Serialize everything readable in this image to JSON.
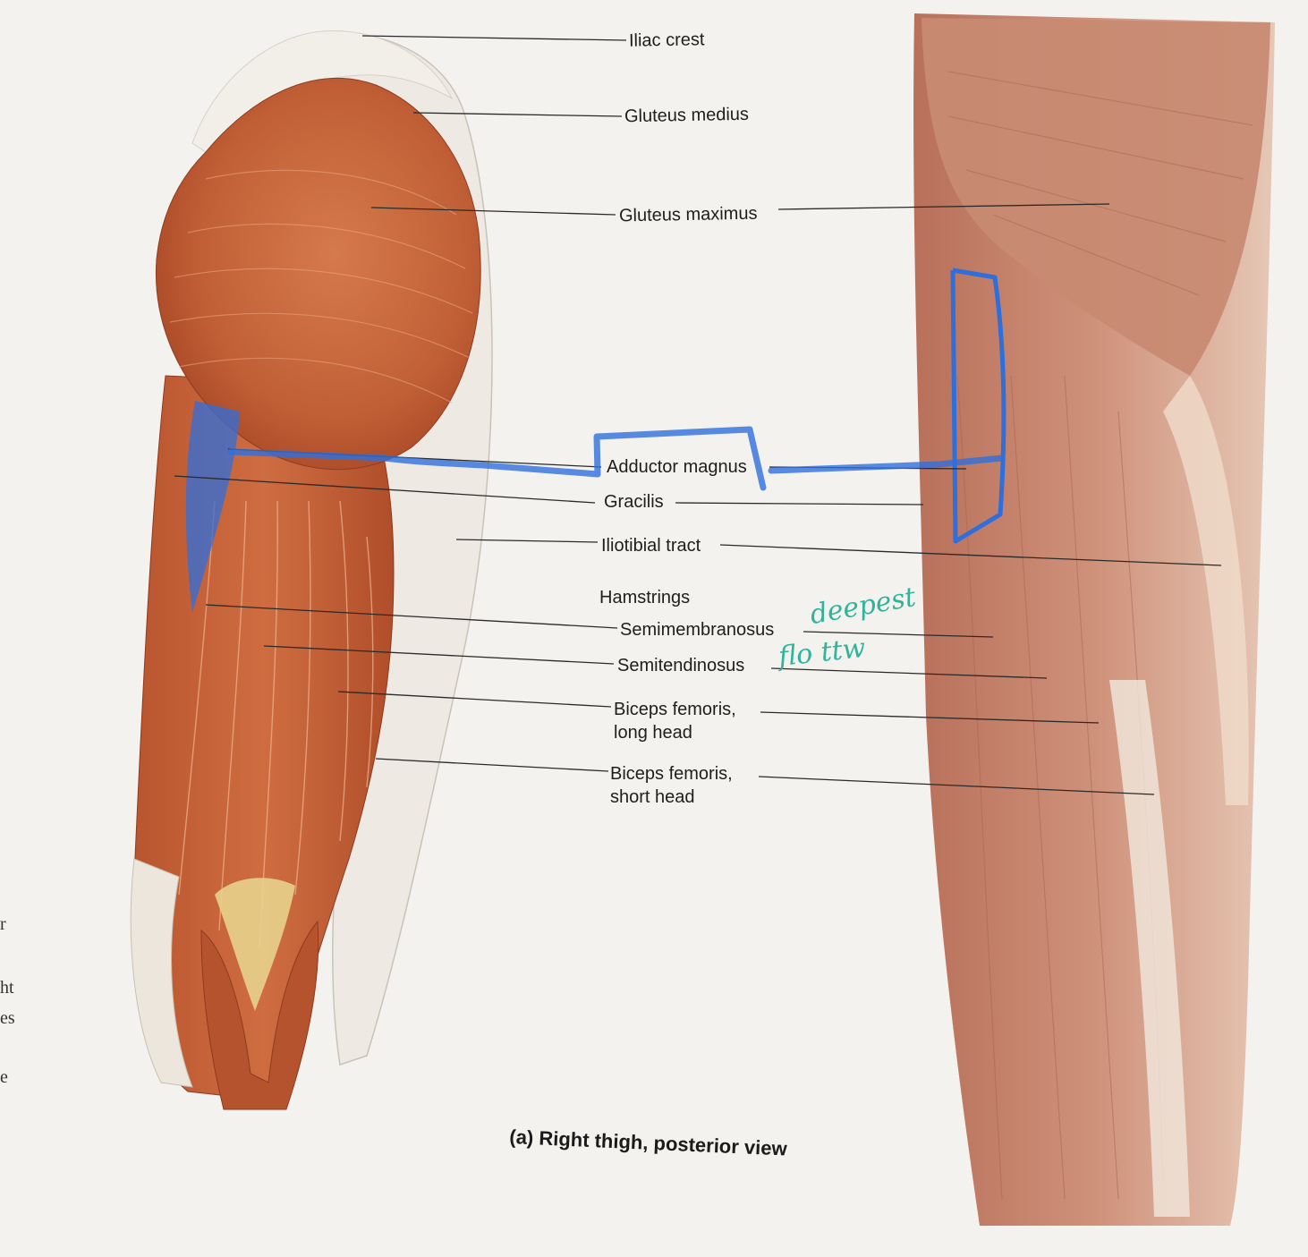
{
  "labels": {
    "iliac_crest": "Iliac crest",
    "gluteus_medius": "Gluteus medius",
    "gluteus_maximus": "Gluteus maximus",
    "adductor_magnus": "Adductor magnus",
    "gracilis": "Gracilis",
    "iliotibial_tract": "Iliotibial tract",
    "hamstrings": "Hamstrings",
    "semimembranosus": "Semimembranosus",
    "semitendinosus": "Semitendinosus",
    "biceps_long": "Biceps femoris, long head",
    "biceps_short": "Biceps femoris, short head"
  },
  "annotations": {
    "deepest": "deepest",
    "flo_ttw": "flo ttw"
  },
  "caption": {
    "letter": "(a)",
    "text": "Right thigh, posterior view"
  },
  "margin_text": [
    "r",
    "ht",
    "es",
    "e"
  ],
  "colors": {
    "muscle": "#c8623a",
    "muscle_dark": "#9c3f22",
    "tendon": "#ece6dc",
    "cadaver": "#c98a74",
    "highlight_blue": "#2f6fdc",
    "note_green": "#2fb39b"
  }
}
